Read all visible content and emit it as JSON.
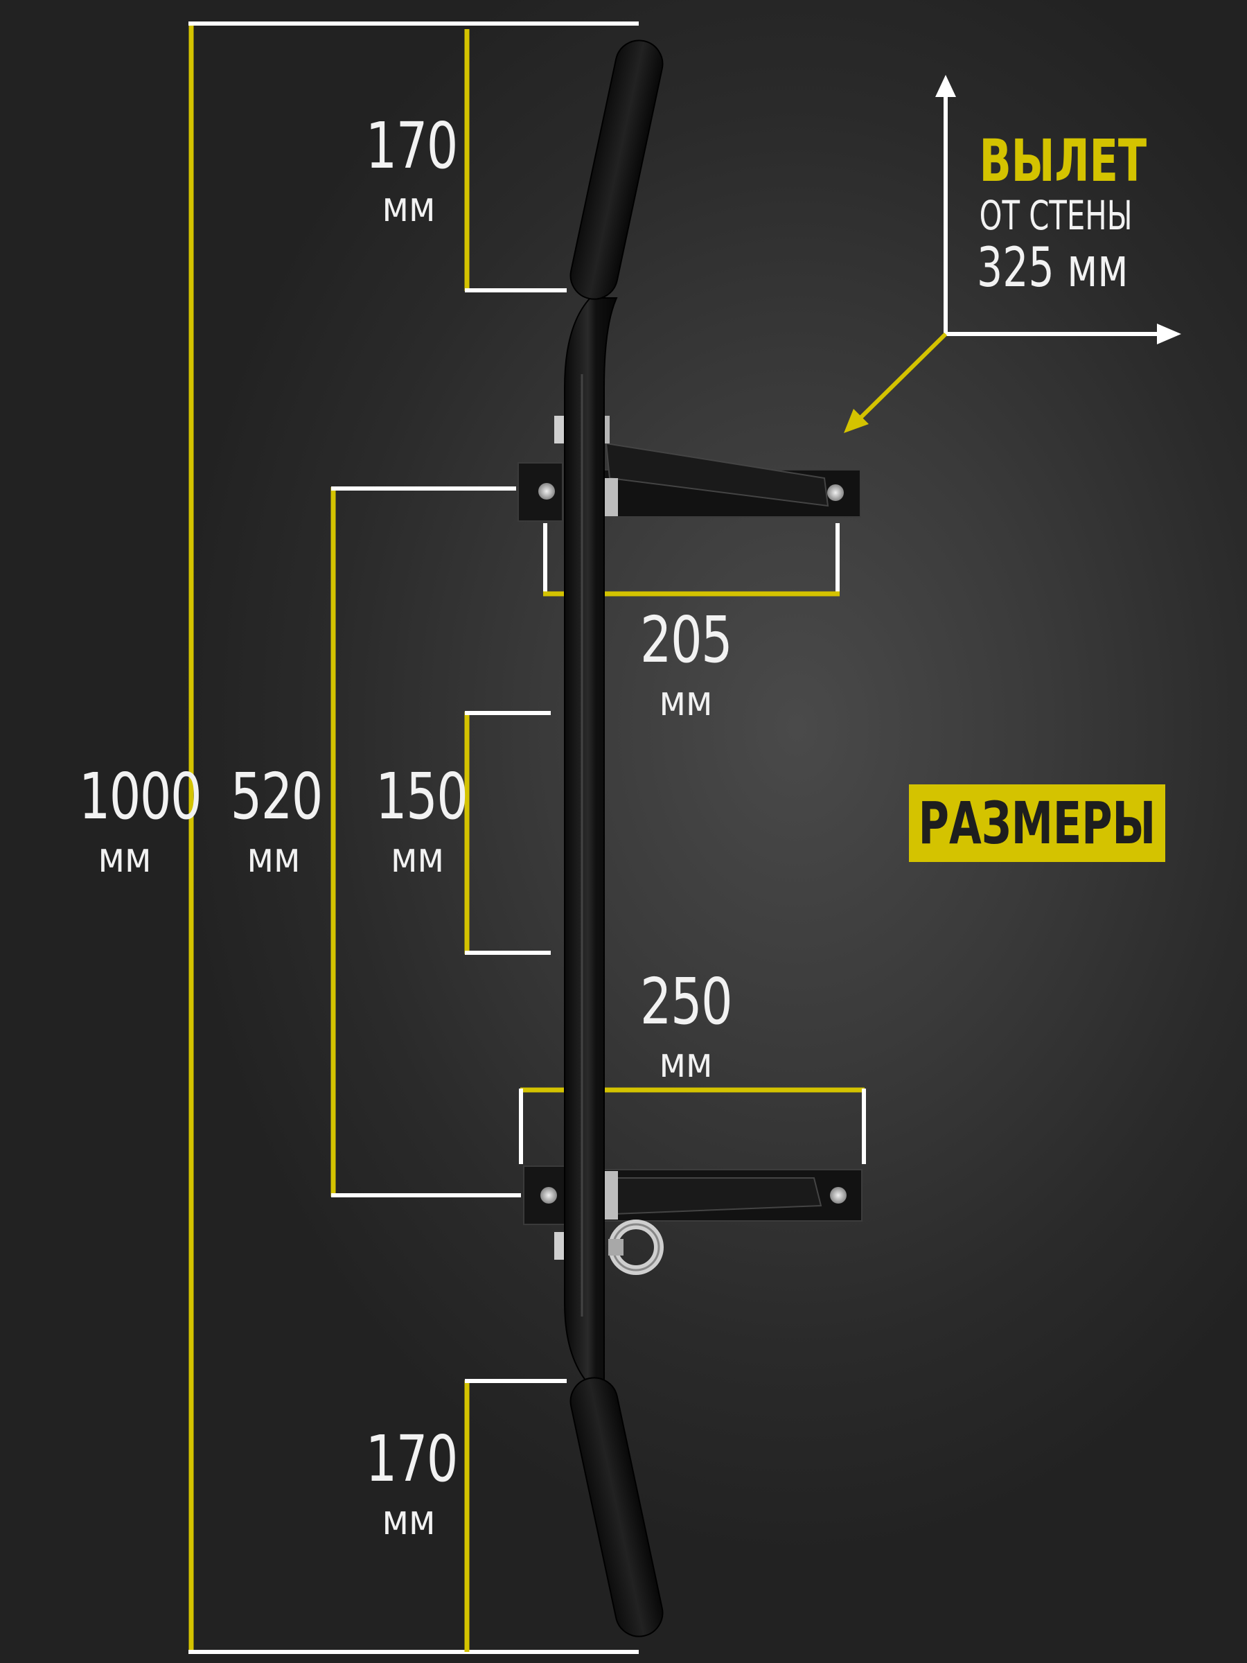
{
  "colors": {
    "accent": "#d4c300",
    "text": "#f2f2f2",
    "background": "#2b2b2b",
    "dimension_line_white": "#ffffff"
  },
  "offset": {
    "title": "ВЫЛЕТ",
    "subtitle": "ОТ СТЕНЫ",
    "value": "325 мм"
  },
  "badge": {
    "label": "РАЗМЕРЫ"
  },
  "dimensions": {
    "total_length": {
      "value": "1000",
      "unit": "мм"
    },
    "mount_spacing": {
      "value": "520",
      "unit": "мм"
    },
    "middle_gap": {
      "value": "150",
      "unit": "мм"
    },
    "top_grip": {
      "value": "170",
      "unit": "мм"
    },
    "bottom_grip": {
      "value": "170",
      "unit": "мм"
    },
    "upper_bracket": {
      "value": "205",
      "unit": "мм"
    },
    "lower_bracket": {
      "value": "250",
      "unit": "мм"
    }
  },
  "icons": [
    "axis-arrows-icon",
    "pointer-arrow-icon",
    "eye-bolt-icon"
  ]
}
